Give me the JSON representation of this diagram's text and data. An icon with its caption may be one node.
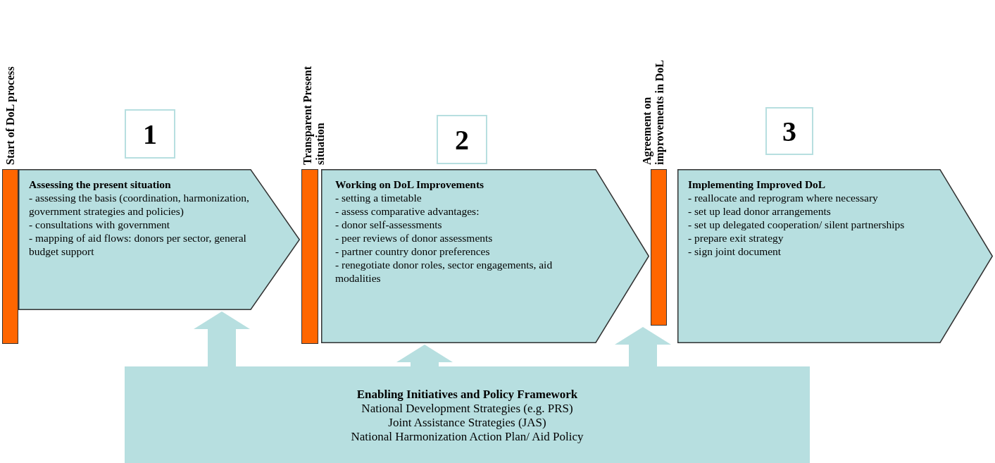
{
  "diagram": {
    "nodes": [
      {
        "text": [
          "Start of DoL process"
        ]
      },
      {
        "text": [
          "1"
        ]
      },
      {
        "text": [
          "Assessing the present situation",
          "- assessing the basis (coordination, harmonization, government strategies and policies)",
          "- consultations with government",
          "- mapping of aid flows: donors per sector, general budget support"
        ]
      },
      {
        "text": [
          "Transparent Present situation"
        ]
      },
      {
        "text": [
          "2"
        ]
      },
      {
        "text": [
          "Working on DoL Improvements",
          "- setting a timetable",
          "- assess comparative advantages:",
          "- donor self-assessments",
          "- peer reviews of donor assessments",
          "- partner country donor preferences",
          "- renegotiate donor roles, sector engagements, aid modalities"
        ]
      },
      {
        "text": [
          "Agreement on improvements in DoL"
        ]
      },
      {
        "text": [
          "3"
        ]
      },
      {
        "text": [
          "Implementing Improved DoL",
          "- reallocate and reprogram where necessary",
          "- set up lead donor arrangements",
          "- set up delegated cooperation/ silent partnerships",
          "- prepare exit strategy",
          "- sign joint document"
        ]
      },
      {
        "text": [
          "Enabling Initiatives and Policy Framework",
          "National Development Strategies (e.g. PRS)",
          "Joint Assistance Strategies (JAS)",
          "National Harmonization Action Plan/ Aid Policy"
        ]
      }
    ],
    "edges": [
      {
        "from": 9,
        "to": 2,
        "arrow": "to"
      },
      {
        "from": 9,
        "to": 5,
        "arrow": "to"
      },
      {
        "from": 9,
        "to": 6,
        "arrow": "to"
      }
    ]
  }
}
